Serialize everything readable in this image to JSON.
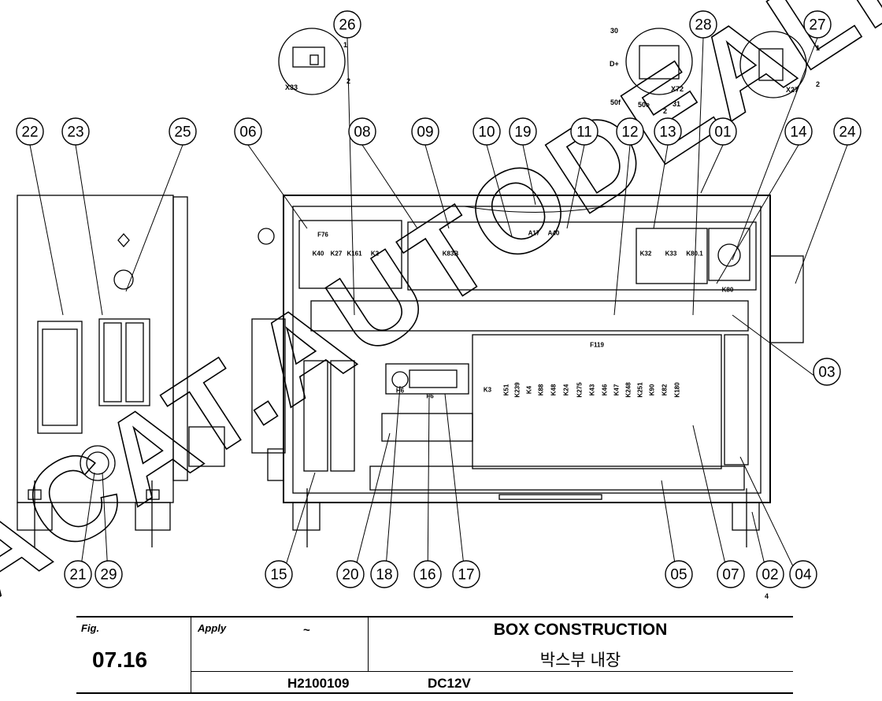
{
  "labels": {
    "left_side": [
      "22",
      "23",
      "25"
    ],
    "top_row": [
      "06",
      "08",
      "09",
      "10",
      "19",
      "11",
      "12",
      "13",
      "01",
      "14",
      "24"
    ],
    "connectors": [
      "26",
      "28",
      "27"
    ],
    "bottom_row": [
      "21",
      "29",
      "15",
      "20",
      "18",
      "16",
      "17",
      "05",
      "07",
      "02",
      "04"
    ],
    "right": [
      "03"
    ],
    "all": [
      "01",
      "02",
      "03",
      "04",
      "05",
      "06",
      "07",
      "08",
      "09",
      "10",
      "11",
      "12",
      "13",
      "14",
      "15",
      "16",
      "17",
      "18",
      "19",
      "20",
      "21",
      "22",
      "23",
      "24",
      "25",
      "26",
      "27",
      "28",
      "29"
    ]
  },
  "connector_labels": {
    "x33": {
      "name": "X33",
      "pin1": "1",
      "pin2": "2"
    },
    "x27": {
      "name": "X27",
      "pin1": "1",
      "pin2": "2"
    },
    "x72": {
      "name": "X72",
      "pin_30": "30",
      "pin_dplus": "D+",
      "pin_50f": "50f",
      "pin_50e": "50e",
      "pin_31": "31",
      "pin_2": "2"
    }
  },
  "component_labels": [
    "K40",
    "K27",
    "K161",
    "K2",
    "F76",
    "K83B",
    "A17",
    "A40",
    "K32",
    "K33",
    "K80.1",
    "K80",
    "F119",
    "K3",
    "K51",
    "K239",
    "K4",
    "K88",
    "K48",
    "K24",
    "K275",
    "K43",
    "K46",
    "K47",
    "K248",
    "K251",
    "K90",
    "K82",
    "K180",
    "H6",
    "F6"
  ],
  "note_under_02": "4",
  "watermark": "ACAT.AUTODEALER.RU",
  "title_block": {
    "fig_label": "Fig.",
    "fig_number": "07.16",
    "apply_label": "Apply",
    "apply_value": "~",
    "title_en": "BOX CONSTRUCTION",
    "title_kr": "박스부 내장",
    "part_number": "H2100109",
    "voltage": "DC12V"
  }
}
